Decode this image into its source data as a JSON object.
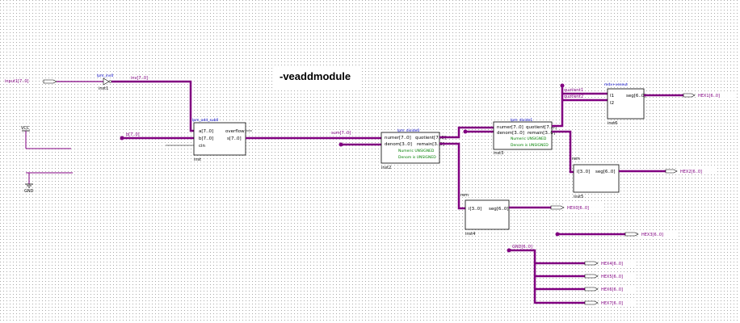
{
  "title": "-veaddmodule",
  "colors": {
    "bus": "#800080",
    "wire": "#800080",
    "grid": "#b0b0b0",
    "block_border": "#000000",
    "port_text": "#0000c8",
    "param_text": "#008000"
  },
  "blocks": {
    "adder": {
      "name": "lpm_add_sub0",
      "ports_left": [
        "a[7..0]",
        "b[7..0]",
        "cin"
      ],
      "ports_right": [
        "overflow",
        "s[7..0]"
      ],
      "inst": "inst"
    },
    "inverter": {
      "name": "lpm_inv0",
      "inst": "inst1"
    },
    "divide1": {
      "name": "lpm_divide0",
      "ports_left": [
        "numer[7..0]",
        "denom[3..0]"
      ],
      "ports_right": [
        "quotient[7..0]",
        "remain[3..0]"
      ],
      "params": [
        "Numeric UNSIGNED",
        "Denom is UNSIGNED"
      ],
      "inst": "inst2"
    },
    "divide2": {
      "name": "lpm_divide1",
      "ports_left": [
        "numer[7..0]",
        "denom[3..0]"
      ],
      "ports_right": [
        "quotient[7..0]",
        "remain[3..0]"
      ],
      "params": [
        "Numeric UNSIGNED",
        "Denom is UNSIGNED"
      ],
      "inst": "inst3"
    },
    "seg_mid": {
      "ports_left": [
        "i[3..0]"
      ],
      "ports_right": [
        "seg[6..0]"
      ],
      "inst": "inst4"
    },
    "seg_right": {
      "ports_left": [
        "i[3..0]"
      ],
      "ports_right": [
        "seg[6..0]"
      ],
      "inst": "inst5"
    },
    "seg_top": {
      "name": "mdx+veseut",
      "ports_left": [
        "I1",
        "I2"
      ],
      "ports_right": [
        "seg[6..0]"
      ],
      "inst": "inst6"
    }
  },
  "inputs": {
    "left_top": "input1[7..0]",
    "left_mid": "b[7..0]"
  },
  "outputs": [
    "HEX0[6..0]",
    "HEX1[6..0]",
    "HEX2[6..0]",
    "HEX3[6..0]",
    "HEX4[6..0]",
    "HEX5[6..0]",
    "HEX6[6..0]",
    "HEX7[6..0]"
  ],
  "power": {
    "vcc": "VCC",
    "gnd": "GND"
  }
}
